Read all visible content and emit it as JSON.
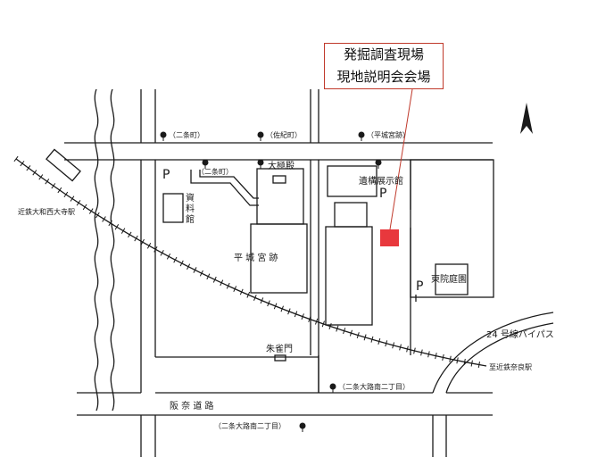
{
  "callout": {
    "line1": "発掘調査現場",
    "line2": "現地説明会会場",
    "line_color": "#c0392b"
  },
  "site_marker": {
    "color": "#e8383d"
  },
  "bus_stops": {
    "nijocho_top": "（二条町）",
    "sakicho": "（佐紀町）",
    "heijokyuato": "（平城宮跡）",
    "nijocho_inner": "（二条町）",
    "nijo_oji_minami_2": "（二条大路南二丁目）",
    "nijo_oji_minami_2_bottom": "（二条大路南二丁目）"
  },
  "places": {
    "daigokuden": "大極殿",
    "shiryokan": "資料館",
    "heijokyu_seki": "平 城 宮 跡",
    "iko_tenjikan": "遺構展示館",
    "toin_teien": "東院庭園",
    "suzakumon": "朱雀門"
  },
  "roads": {
    "route24_bypass": "24 号線バイパス",
    "hanna_road": "阪 奈 道 路"
  },
  "stations": {
    "yamato_saidaiji": "近鉄大和西大寺駅",
    "to_kintetsu_nara": "至近鉄奈良駅"
  },
  "parking_label": "P",
  "north_arrow": "north-arrow-icon"
}
